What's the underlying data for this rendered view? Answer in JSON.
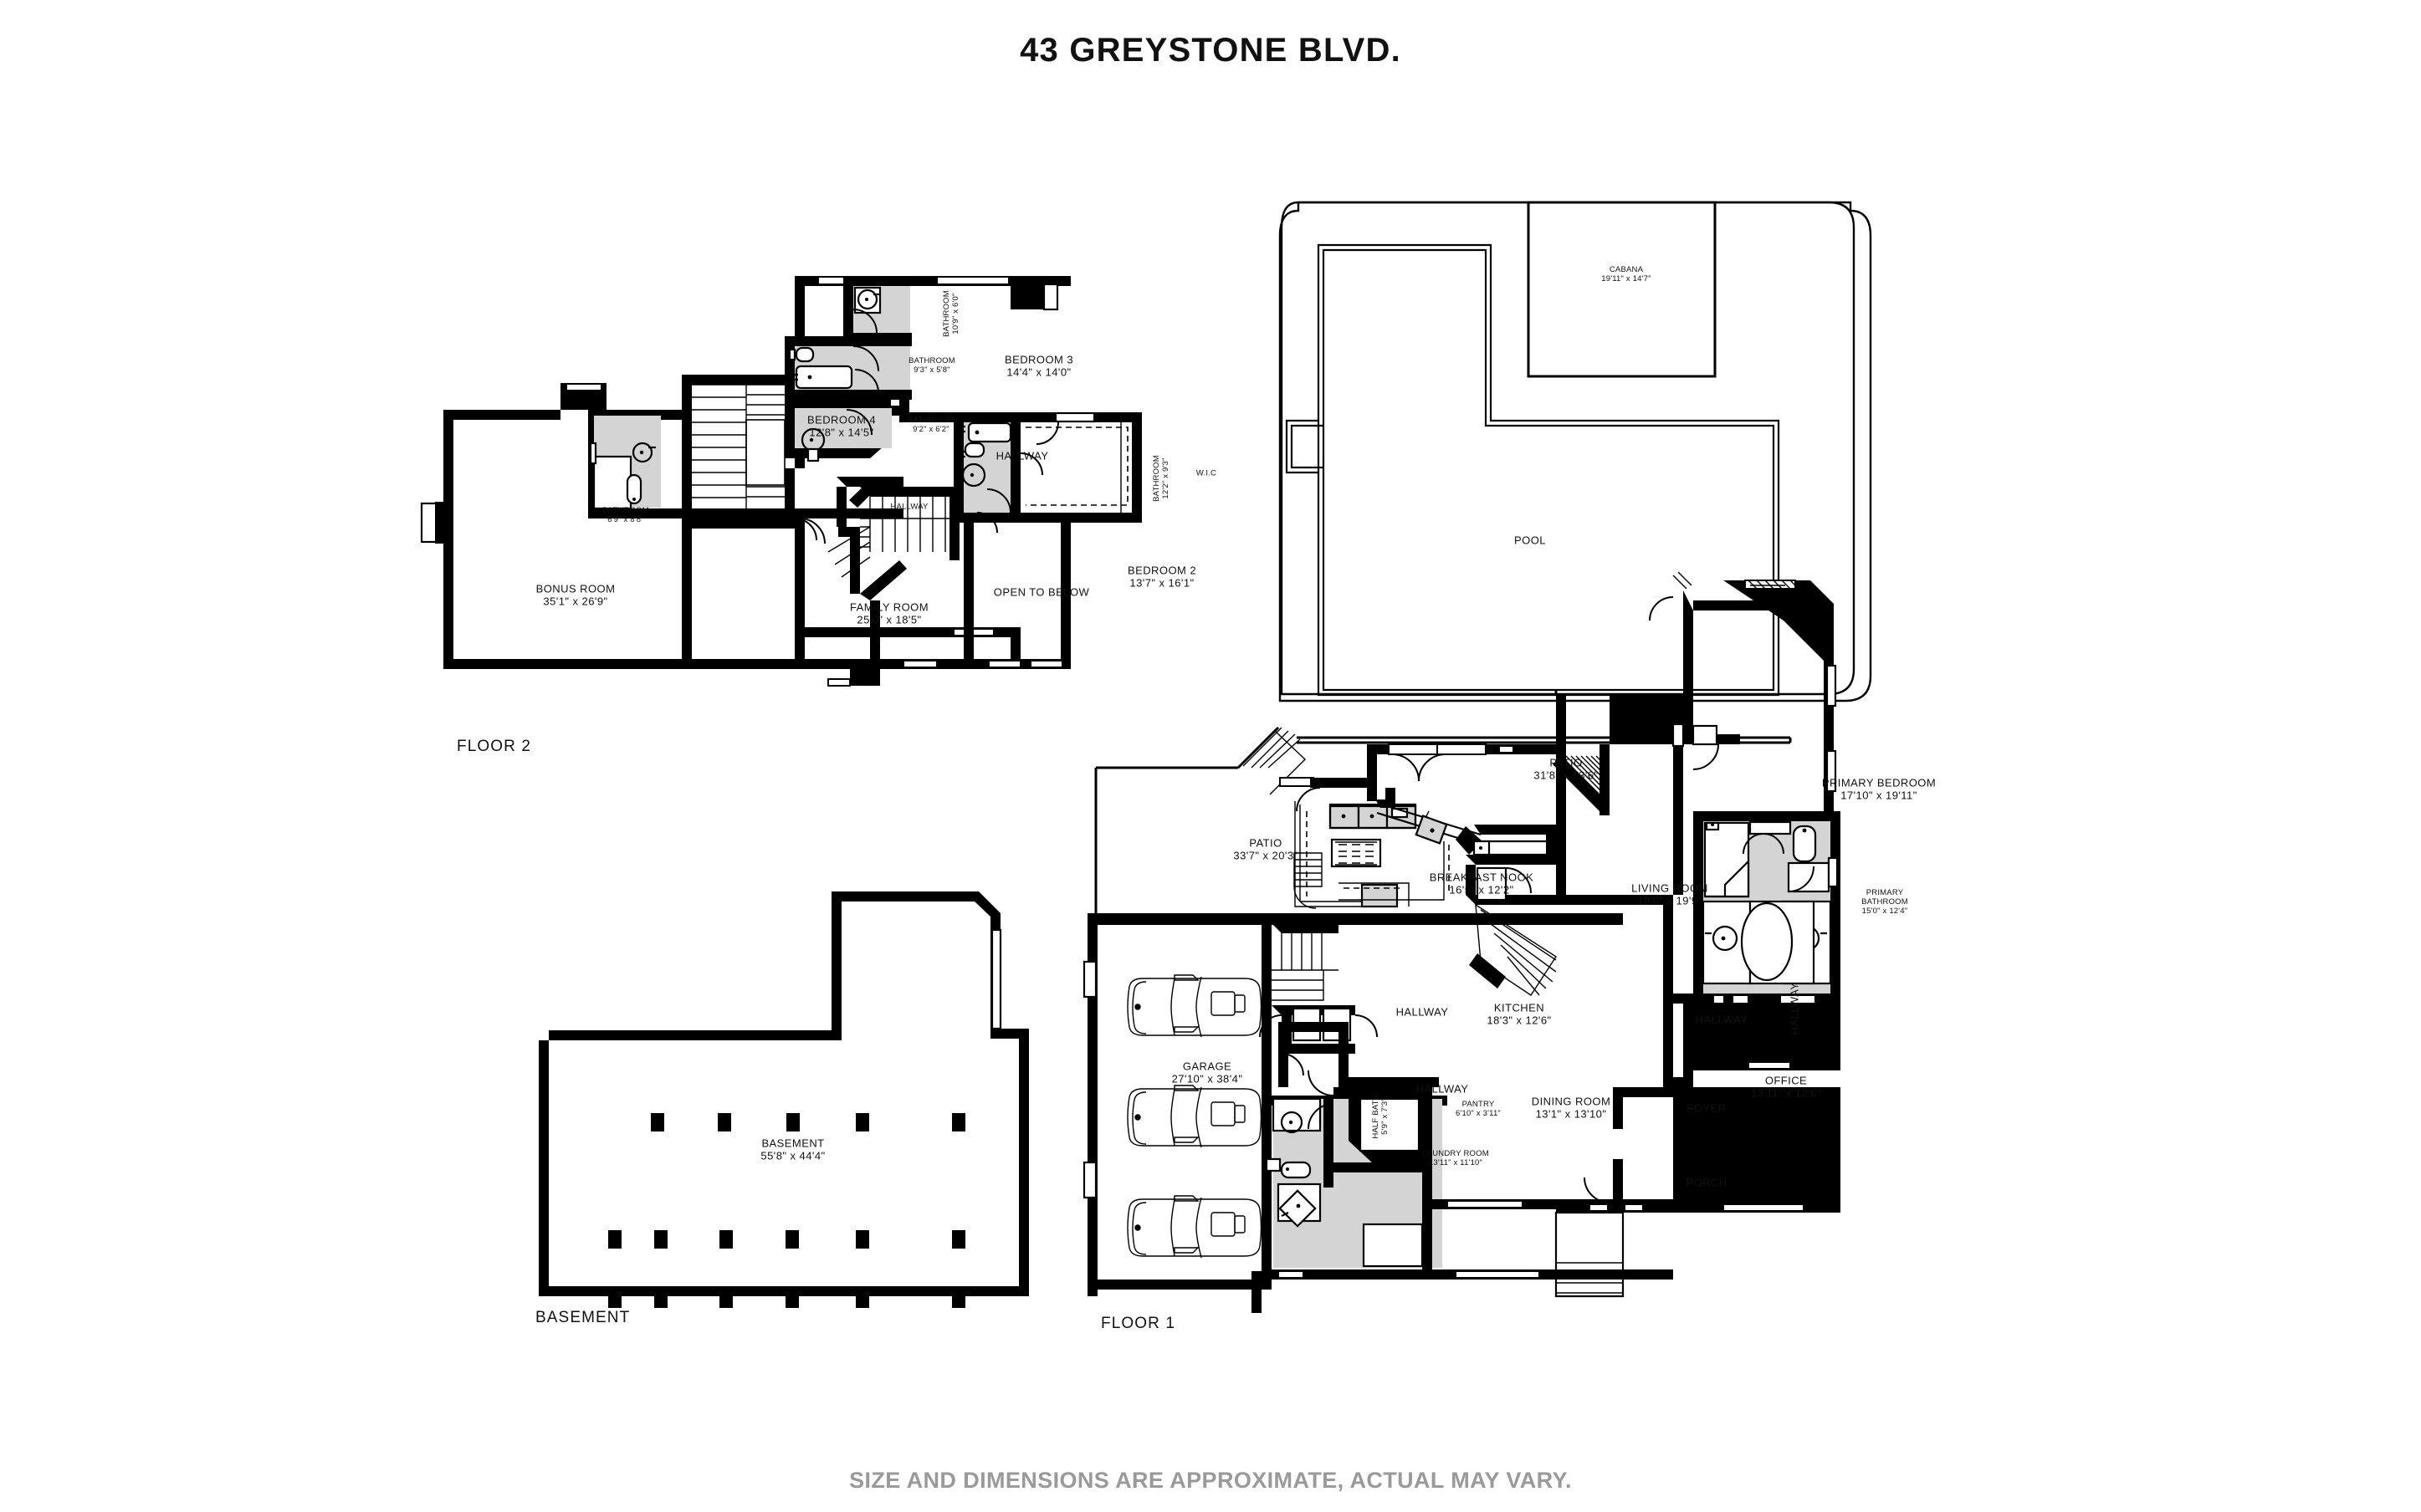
{
  "title": "43 GREYSTONE BLVD.",
  "disclaimer": "SIZE AND DIMENSIONS ARE APPROXIMATE, ACTUAL MAY VARY.",
  "floors": [
    {
      "key": "floor2",
      "tag": "FLOOR 2"
    },
    {
      "key": "basement",
      "tag": "BASEMENT"
    },
    {
      "key": "floor1",
      "tag": "FLOOR 1"
    }
  ],
  "colors": {
    "wall": "#000000",
    "tile_fill": "#d4d4d4",
    "text": "#111111",
    "disclaimer_text": "#9a9a9a",
    "background": "#ffffff"
  },
  "floor2": {
    "tag": "FLOOR 2",
    "rooms": [
      {
        "name": "BEDROOM 3",
        "dim": "14'4\" x 14'0\""
      },
      {
        "name": "BEDROOM 4",
        "dim": "12'8\" x 14'5\""
      },
      {
        "name": "BEDROOM 2",
        "dim": "13'7\" x 16'1\""
      },
      {
        "name": "BONUS ROOM",
        "dim": "35'1\" x 26'9\""
      },
      {
        "name": "FAMILY ROOM",
        "dim": "25'0\" x 18'5\""
      },
      {
        "name": "BATHROOM",
        "dim": "9'3\" x 5'8\""
      },
      {
        "name": "BATHROOM",
        "dim": "9'2\" x 6'2\""
      },
      {
        "name": "BATHROOM",
        "dim": "10'9\" x 6'0\""
      },
      {
        "name": "BATHROOM",
        "dim": "12'2\" x 9'3\""
      },
      {
        "name": "BATHROOM",
        "dim": "6'9\" x 8'8\""
      },
      {
        "name": "W.I.C",
        "dim": ""
      },
      {
        "name": "HALLWAY",
        "dim": ""
      },
      {
        "name": "HALLWAY",
        "dim": ""
      },
      {
        "name": "OPEN TO BELOW",
        "dim": ""
      }
    ]
  },
  "pool_area": {
    "rooms": [
      {
        "name": "POOL",
        "dim": ""
      },
      {
        "name": "CABANA",
        "dim": "19'11\" x 14'7\""
      }
    ]
  },
  "basement": {
    "tag": "BASEMENT",
    "rooms": [
      {
        "name": "BASEMENT",
        "dim": "55'8\" x 44'4\""
      }
    ],
    "column_rows": 3,
    "column_count": 17
  },
  "floor1": {
    "tag": "FLOOR 1",
    "rooms": [
      {
        "name": "PRIMARY BEDROOM",
        "dim": "17'10\" x 19'11\""
      },
      {
        "name": "PRIMARY BATHROOM",
        "dim": "15'0\" x 12'4\""
      },
      {
        "name": "LIVING ROOM",
        "dim": "19'0\" x 19'9\""
      },
      {
        "name": "BREAKFAST NOOK",
        "dim": "16'5\" x 12'2\""
      },
      {
        "name": "KITCHEN",
        "dim": "18'3\" x 12'6\""
      },
      {
        "name": "DINING ROOM",
        "dim": "13'1\" x 13'10\""
      },
      {
        "name": "OFFICE",
        "dim": "13'11\" x 12'6\""
      },
      {
        "name": "GARAGE",
        "dim": "27'10\" x 38'4\""
      },
      {
        "name": "LAUNDRY ROOM",
        "dim": "13'11\" x 11'10\""
      },
      {
        "name": "PANTRY",
        "dim": "6'10\" x 3'11\""
      },
      {
        "name": "HALF BATH",
        "dim": "5'9\" x 7'3\""
      },
      {
        "name": "PATIO",
        "dim": "33'7\" x 20'3\""
      },
      {
        "name": "PATIO",
        "dim": "31'8\" x 13'6\""
      },
      {
        "name": "FOYER",
        "dim": ""
      },
      {
        "name": "PORCH",
        "dim": ""
      },
      {
        "name": "HALLWAY",
        "dim": ""
      },
      {
        "name": "HALLWAY",
        "dim": ""
      },
      {
        "name": "HALLWAY",
        "dim": ""
      },
      {
        "name": "HALLWAY",
        "dim": ""
      }
    ]
  },
  "labels": {
    "f2_bedroom3": {
      "name": "BEDROOM 3",
      "dim": "14'4\" x 14'0\""
    },
    "f2_bedroom4": {
      "name": "BEDROOM 4",
      "dim": "12'8\" x 14'5\""
    },
    "f2_bedroom2": {
      "name": "BEDROOM 2",
      "dim": "13'7\" x 16'1\""
    },
    "f2_bonus": {
      "name": "BONUS ROOM",
      "dim": "35'1\" x 26'9\""
    },
    "f2_family": {
      "name": "FAMILY ROOM",
      "dim": "25'0\" x 18'5\""
    },
    "f2_bath_a": {
      "name": "BATHROOM",
      "dim": "9'3\" x 5'8\""
    },
    "f2_bath_b": {
      "name": "BATHROOM",
      "dim": "9'2\" x 6'2\""
    },
    "f2_bath_c": {
      "name": "BATHROOM",
      "dim": "10'9\" x 6'0\""
    },
    "f2_bath_d": {
      "name": "BATHROOM",
      "dim": "12'2\" x 9'3\""
    },
    "f2_bath_bonus": {
      "name": "BATHROOM",
      "dim": "6'9\" x 8'8\""
    },
    "f2_wic": {
      "name": "W.I.C",
      "dim": ""
    },
    "f2_hall_top": {
      "name": "HALLWAY",
      "dim": ""
    },
    "f2_hall_left": {
      "name": "HALLWAY",
      "dim": ""
    },
    "f2_open": {
      "name": "OPEN TO BELOW",
      "dim": ""
    },
    "pool": {
      "name": "POOL",
      "dim": ""
    },
    "cabana": {
      "name": "CABANA",
      "dim": "19'11\" x 14'7\""
    },
    "basement": {
      "name": "BASEMENT",
      "dim": "55'8\" x 44'4\""
    },
    "f1_primary_bed": {
      "name": "PRIMARY BEDROOM",
      "dim": "17'10\" x 19'11\""
    },
    "f1_primary_bath": {
      "name": "PRIMARY",
      "dim": "BATHROOM",
      "dim2": "15'0\" x 12'4\""
    },
    "f1_living": {
      "name": "LIVING ROOM",
      "dim": "19'0\" x 19'9\""
    },
    "f1_nook": {
      "name": "BREAKFAST NOOK",
      "dim": "16'5\" x 12'2\""
    },
    "f1_kitchen": {
      "name": "KITCHEN",
      "dim": "18'3\" x 12'6\""
    },
    "f1_dining": {
      "name": "DINING ROOM",
      "dim": "13'1\" x 13'10\""
    },
    "f1_office": {
      "name": "OFFICE",
      "dim": "13'11\" x 12'6\""
    },
    "f1_garage": {
      "name": "GARAGE",
      "dim": "27'10\" x 38'4\""
    },
    "f1_laundry": {
      "name": "LAUNDRY ROOM",
      "dim": "13'11\" x 11'10\""
    },
    "f1_pantry": {
      "name": "PANTRY",
      "dim": "6'10\" x 3'11\""
    },
    "f1_halfbath": {
      "name": "HALF BATH",
      "dim": "5'9\" x 7'3\""
    },
    "f1_patio_big": {
      "name": "PATIO",
      "dim": "33'7\" x 20'3\""
    },
    "f1_patio_small": {
      "name": "PATIO",
      "dim": "31'8\" x 13'6\""
    },
    "f1_foyer": {
      "name": "FOYER",
      "dim": ""
    },
    "f1_porch": {
      "name": "PORCH",
      "dim": ""
    },
    "f1_hall_a": {
      "name": "HALLWAY",
      "dim": ""
    },
    "f1_hall_b": {
      "name": "HALLWAY",
      "dim": ""
    },
    "f1_hall_c": {
      "name": "HALLWAY",
      "dim": ""
    },
    "f1_hall_d": {
      "name": "HALLWAY",
      "dim": ""
    }
  }
}
